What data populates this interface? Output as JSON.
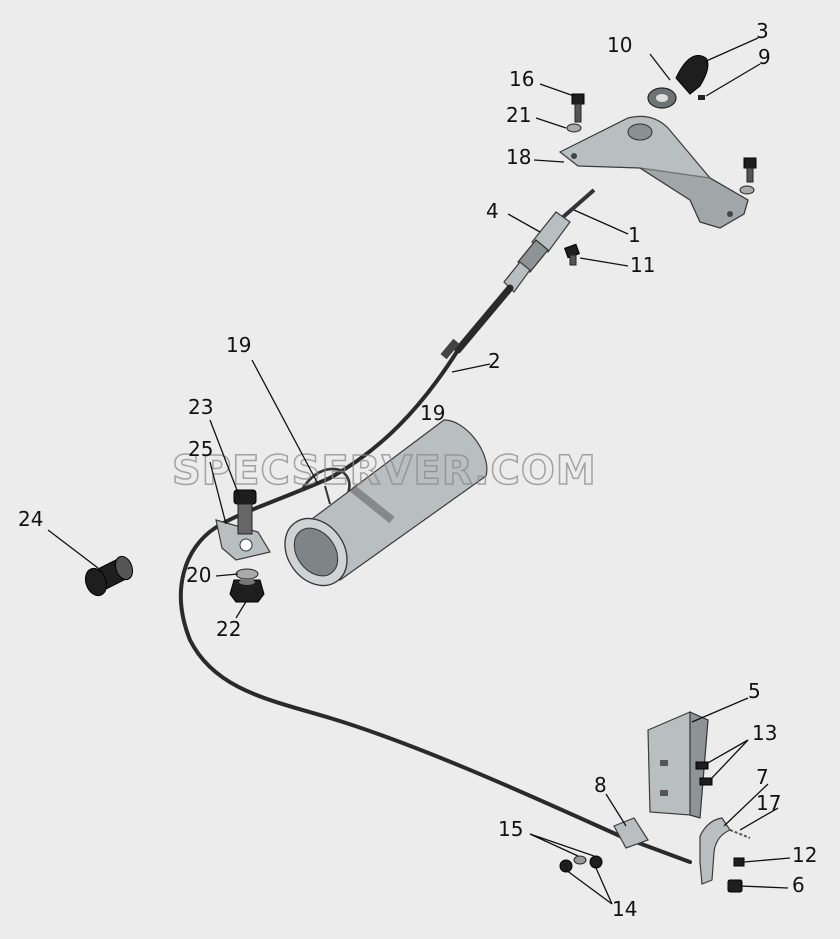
{
  "watermark": "SPECSERVER.COM",
  "callouts": {
    "n1": "1",
    "n2": "2",
    "n3": "3",
    "n4": "4",
    "n5": "5",
    "n6": "6",
    "n7": "7",
    "n8": "8",
    "n9": "9",
    "n10": "10",
    "n11": "11",
    "n12": "12",
    "n13": "13",
    "n14": "14",
    "n15": "15",
    "n16": "16",
    "n17": "17",
    "n18": "18",
    "n19a": "19",
    "n19b": "19",
    "n20": "20",
    "n21": "21",
    "n22": "22",
    "n23": "23",
    "n24": "24",
    "n25": "25"
  },
  "colors": {
    "background": "#ececec",
    "metal": "#b9bec0",
    "rubber": "#1e1e1e"
  }
}
